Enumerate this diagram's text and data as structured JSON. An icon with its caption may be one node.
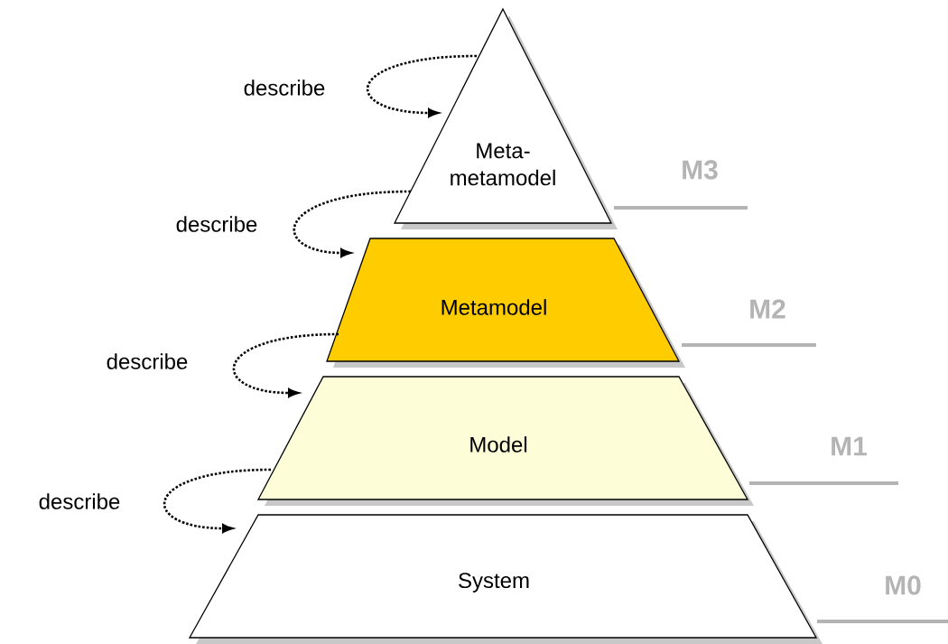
{
  "diagram": {
    "nodes": [
      {
        "text": [
          "Meta-metamodel"
        ]
      },
      {
        "text": [
          "Metamodel"
        ]
      },
      {
        "text": [
          "Model"
        ]
      },
      {
        "text": [
          "System"
        ]
      }
    ],
    "edges": [
      {
        "from": 0,
        "to": 0,
        "arrow": "to",
        "label": "describe"
      },
      {
        "from": 0,
        "to": 1,
        "arrow": "to",
        "label": "describe"
      },
      {
        "from": 1,
        "to": 2,
        "arrow": "to",
        "label": "describe"
      },
      {
        "from": 2,
        "to": 3,
        "arrow": "to",
        "label": "describe"
      }
    ],
    "labels": [
      "M3",
      "M2",
      "M1",
      "M0"
    ]
  }
}
